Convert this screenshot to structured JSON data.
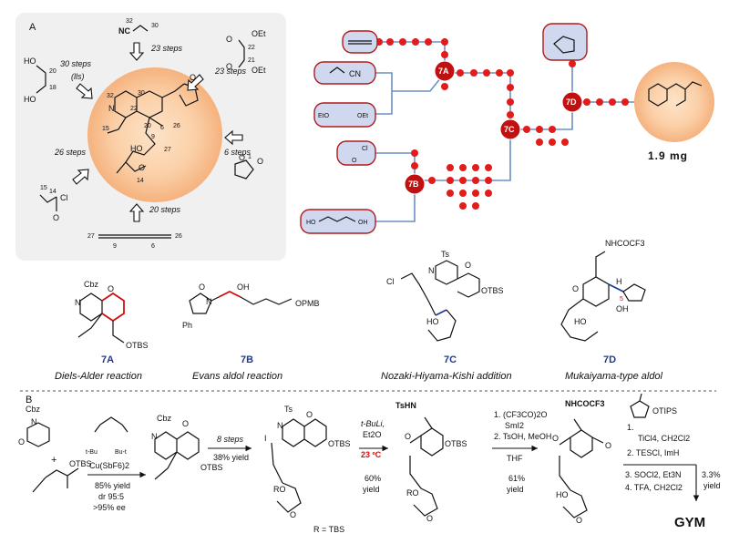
{
  "panel_a": {
    "label": "A",
    "steps": {
      "top": "23 steps",
      "top_right": "23 steps",
      "top_left": "30 steps",
      "top_left_note": "(lls)",
      "right": "6 steps",
      "bottom": "20 steps",
      "bottom_left": "26 steps"
    },
    "numbers": {
      "n32": "32",
      "n30": "30",
      "n22": "22",
      "n21": "21",
      "n20": "20",
      "n18": "18",
      "n15": "15",
      "n14": "14",
      "n1": "1",
      "n27": "27",
      "n9": "9",
      "n6": "6",
      "n26": "26"
    },
    "atoms": {
      "nc": "NC",
      "oet": "OEt",
      "ho": "HO",
      "cl": "Cl",
      "o": "O",
      "n": "N"
    }
  },
  "network": {
    "hubs": [
      "7A",
      "7B",
      "7C",
      "7D"
    ],
    "yield": "1.9 mg",
    "sm_labels": {
      "cn": "CN",
      "cl": "Cl",
      "oh": "OH",
      "ho": "HO",
      "eto": "EtO",
      "oet": "OEt",
      "o": "O"
    }
  },
  "intermediates": [
    {
      "id": "7A",
      "reaction": "Diels-Alder reaction",
      "labels": [
        "Cbz",
        "N",
        "O",
        "OTBS"
      ]
    },
    {
      "id": "7B",
      "reaction": "Evans aldol reaction",
      "labels": [
        "O",
        "N",
        "OH",
        "OPMB",
        "Ph"
      ]
    },
    {
      "id": "7C",
      "reaction": "Nozaki-Hiyama-Kishi addition",
      "labels": [
        "Ts",
        "N",
        "O",
        "Cl",
        "OTBS",
        "HO"
      ]
    },
    {
      "id": "7D",
      "reaction": "Mukaiyama-type aldol",
      "labels": [
        "NHCOCF3",
        "O",
        "H",
        "5",
        "OH",
        "HO"
      ]
    }
  ],
  "panel_b": {
    "label": "B",
    "catalyst": "Cu(SbF6)2",
    "cat_tbu1": "t-Bu",
    "cat_tbu2": "Bu-t",
    "step1_yield": "85% yield",
    "step1_dr": "dr 95:5",
    "step1_ee": ">95% ee",
    "step2_top": "8 steps",
    "step2_bottom": "38% yield",
    "step3_reagent1": "t-BuLi,",
    "step3_reagent2": "Et2O",
    "step3_temp": "23 ºC",
    "step3_yield1": "60%",
    "step3_yield2": "yield",
    "step4_r1": "1. (CF3CO)2O",
    "step4_r1b": "SmI2",
    "step4_r2": "2. TsOH, MeOH",
    "step4_r2b": "THF",
    "step4_yield1": "61%",
    "step4_yield2": "yield",
    "step5_otips": "OTIPS",
    "step5_r1": "1.",
    "step5_r1a": "TiCl4, CH2Cl2",
    "step5_r2": "2.  TESCl, ImH",
    "step5_r3": "3. SOCl2, Et3N",
    "step5_r4": "4. TFA, CH2Cl2",
    "step5_yield1": "3.3%",
    "step5_yield2": "yield",
    "r_def": "R = TBS",
    "product": "GYM",
    "labels": {
      "cbz": "Cbz",
      "n": "N",
      "o": "O",
      "otbs": "OTBS",
      "ts": "Ts",
      "i": "I",
      "ro": "RO",
      "tshn": "TsHN",
      "nhcocf3": "NHCOCF3",
      "ho": "HO",
      "plus": "+"
    }
  }
}
